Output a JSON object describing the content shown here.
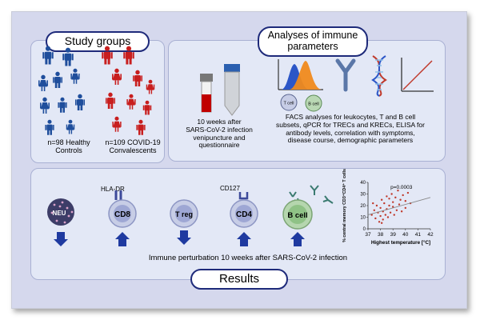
{
  "study_groups": {
    "title": "Study groups",
    "healthy_label_line1": "n=98 Healthy",
    "healthy_label_line2": "Controls",
    "covid_label_line1": "n=109 COVID-19",
    "covid_label_line2": "Convalescents",
    "healthy_color": "#1f4e9c",
    "covid_color": "#c81e1e"
  },
  "analyses": {
    "title_line1": "Analyses of immune",
    "title_line2": "parameters",
    "sampling_lines": [
      "10 weeks after",
      "SARS-CoV-2 infection",
      "venipuncture and",
      "questionnaire"
    ],
    "facs_lines": [
      "FACS  analyses for leukocytes, T and B cell",
      "subsets,  qPCR for TRECs and KRECs, ELISA for",
      "antibody levels, correlation with symptoms,",
      "disease course, demographic parameters"
    ],
    "t_cell_label": "T cell",
    "b_cell_label": "B cell"
  },
  "results": {
    "title": "Results",
    "neu_label": "NEU",
    "cd8_label": "CD8",
    "treg_label": "T reg",
    "cd4_label": "CD4",
    "bcell_label": "B cell",
    "hla_dr_label": "HLA-DR",
    "cd127_label": "CD127",
    "caption": "Immune perturbation 10 weeks after SARS-CoV-2 infection"
  },
  "chart_data": {
    "type": "scatter",
    "annotation": "p=0.0003",
    "xlabel": "Highest temperature [°C]",
    "ylabel": "% central memory CD3⁺CD4⁺ T cells",
    "xlim": [
      37,
      42
    ],
    "ylim": [
      0,
      40
    ],
    "xticks": [
      37,
      38,
      39,
      40,
      41,
      42
    ],
    "yticks": [
      0,
      10,
      20,
      30,
      40
    ],
    "points": [
      [
        37.3,
        12
      ],
      [
        37.5,
        16
      ],
      [
        37.6,
        9
      ],
      [
        37.7,
        20
      ],
      [
        37.8,
        14
      ],
      [
        37.9,
        6
      ],
      [
        38.0,
        18
      ],
      [
        38.0,
        11
      ],
      [
        38.1,
        25
      ],
      [
        38.2,
        15
      ],
      [
        38.2,
        8
      ],
      [
        38.3,
        22
      ],
      [
        38.4,
        12
      ],
      [
        38.5,
        28
      ],
      [
        38.5,
        17
      ],
      [
        38.6,
        10
      ],
      [
        38.7,
        20
      ],
      [
        38.7,
        26
      ],
      [
        38.8,
        14
      ],
      [
        38.9,
        30
      ],
      [
        39.0,
        19
      ],
      [
        39.0,
        23
      ],
      [
        39.1,
        12
      ],
      [
        39.2,
        27
      ],
      [
        39.3,
        16
      ],
      [
        39.4,
        33
      ],
      [
        39.5,
        21
      ],
      [
        39.6,
        25
      ],
      [
        39.7,
        15
      ],
      [
        39.8,
        29
      ],
      [
        40.0,
        24
      ],
      [
        40.0,
        18
      ],
      [
        40.2,
        31
      ],
      [
        40.4,
        22
      ],
      [
        38.1,
        5
      ],
      [
        37.4,
        22
      ]
    ],
    "trend": [
      [
        37,
        12
      ],
      [
        42,
        27
      ]
    ],
    "point_color": "#c0392b",
    "trend_color": "#888888"
  }
}
